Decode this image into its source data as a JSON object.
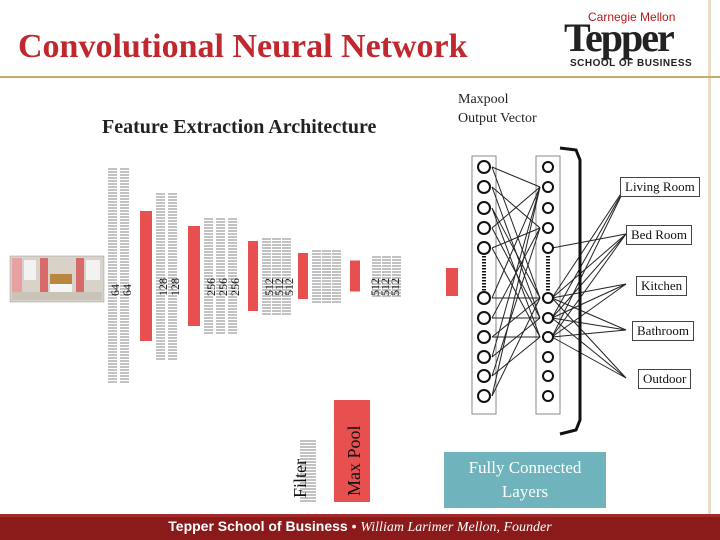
{
  "header": {
    "title": "Convolutional Neural Network",
    "logo_line1": "Carnegie Mellon",
    "logo_main": "Tepper",
    "logo_line3": "SCHOOL OF BUSINESS"
  },
  "diagram": {
    "subtitle": "Feature Extraction Architecture",
    "maxpool_output_label": "Maxpool Output Vector",
    "layer_labels": [
      "64",
      "64",
      "128",
      "128",
      "256",
      "256",
      "256",
      "512",
      "512",
      "512",
      "512",
      "512",
      "512"
    ],
    "filter_label": "Filter",
    "maxpool_label": "Max Pool",
    "fully_connected_label": "Fully Connected Layers",
    "outputs": [
      "Living Room",
      "Bed Room",
      "Kitchen",
      "Bathroom",
      "Outdoor"
    ],
    "colors": {
      "max_pool": "#e85050",
      "filter": "#a8a8a8",
      "fully_connected": "#6fb3bc",
      "title": "#c0282d",
      "footer": "#8b1a1a"
    }
  },
  "footer": {
    "school": "Tepper School of Business",
    "separator": "•",
    "founder": "William Larimer Mellon, Founder"
  }
}
